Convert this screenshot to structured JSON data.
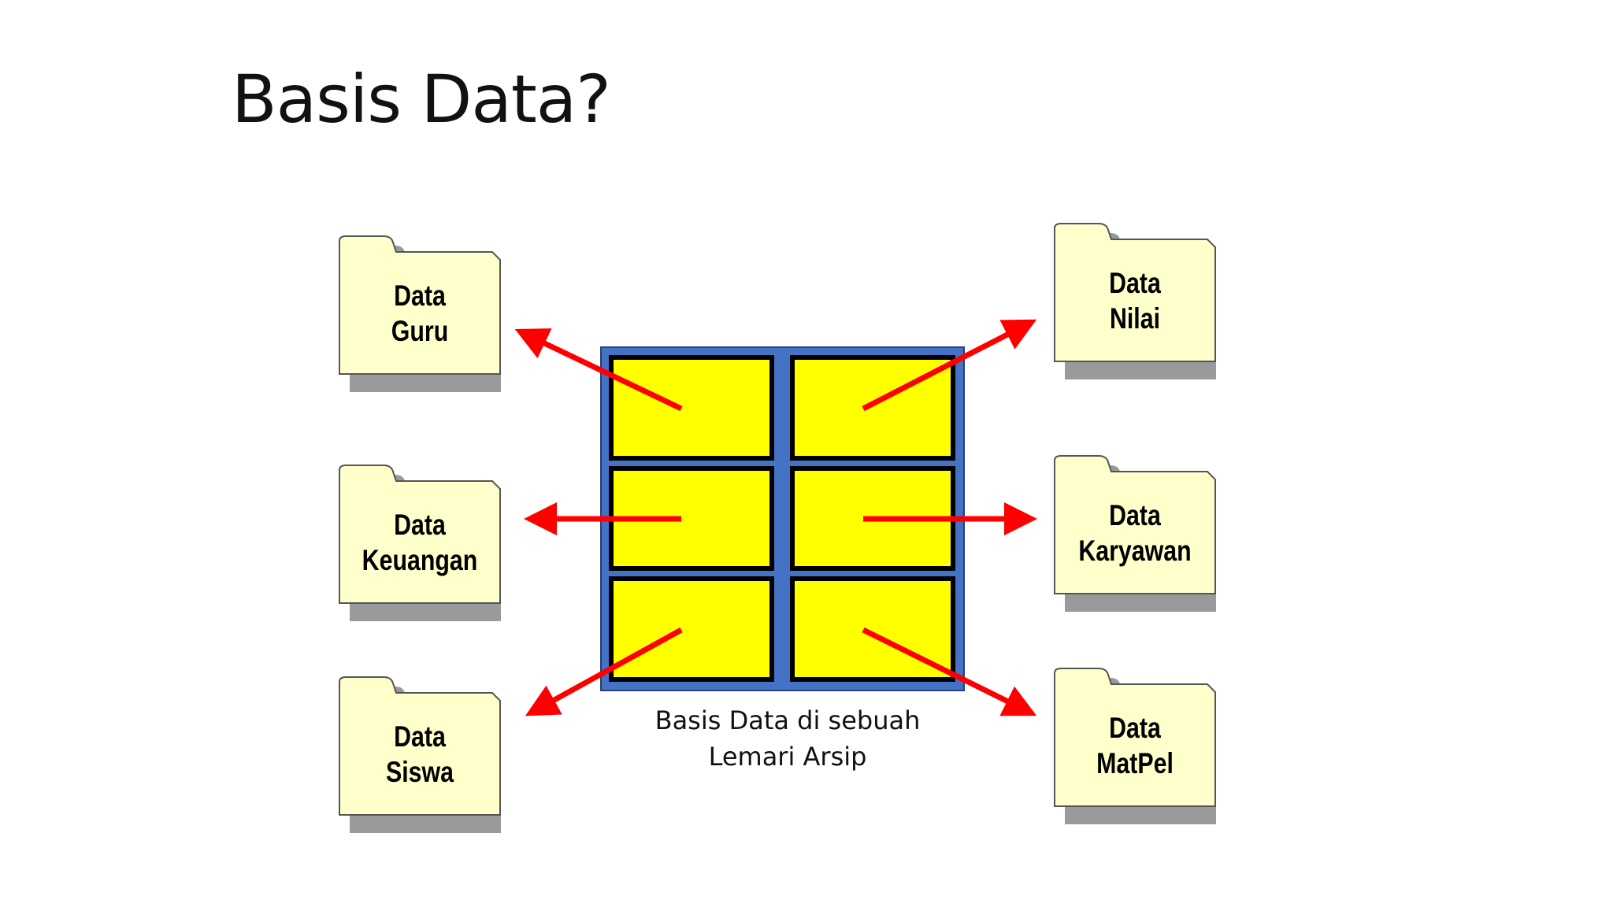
{
  "title": "Basis Data?",
  "cabinet_caption": [
    "Basis Data di sebuah",
    "Lemari Arsip"
  ],
  "folders": {
    "guru": {
      "line1": "Data",
      "line2": "Guru"
    },
    "keuangan": {
      "line1": "Data",
      "line2": "Keuangan"
    },
    "siswa": {
      "line1": "Data",
      "line2": "Siswa"
    },
    "nilai": {
      "line1": "Data",
      "line2": "Nilai"
    },
    "karyawan": {
      "line1": "Data",
      "line2": "Karyawan"
    },
    "matpel": {
      "line1": "Data",
      "line2": "MatPel"
    }
  },
  "colors": {
    "cabinet_frame": "#4472c4",
    "drawer_fill": "#ffff00",
    "folder_fill": "#ffffcc",
    "folder_shadow": "#9a9a9a",
    "arrow": "#ff0000"
  }
}
